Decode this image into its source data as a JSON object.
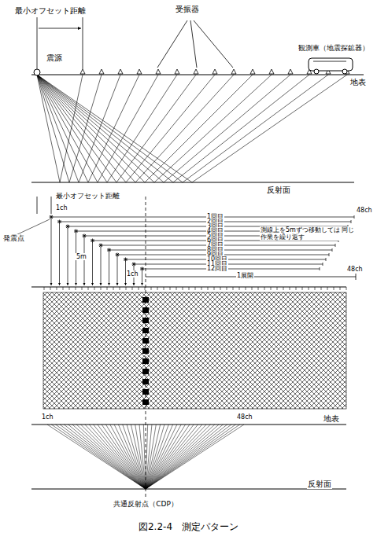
{
  "diagram": {
    "caption": "図2.2-4　測定パターン",
    "labels": [
      "最小オフセット距離",
      "受振器",
      "震源",
      "観測車（地震探鉱器）",
      "地表",
      "反射面",
      "最小オフセット距離",
      "1ch",
      "発震点",
      "1回目",
      "48ch",
      "2回目",
      "3回目",
      "4回目",
      "5回目",
      "6回目",
      "7回目",
      "8回目",
      "9回目",
      "10回目",
      "11回目",
      "12回目",
      "測線上を5mずつ移動しては 同じ作業を繰り返す",
      "5m",
      "1ch",
      "1展開",
      "48ch",
      "1ch",
      "48ch",
      "地表",
      "反射面",
      "共通反射点（CDP）"
    ]
  }
}
